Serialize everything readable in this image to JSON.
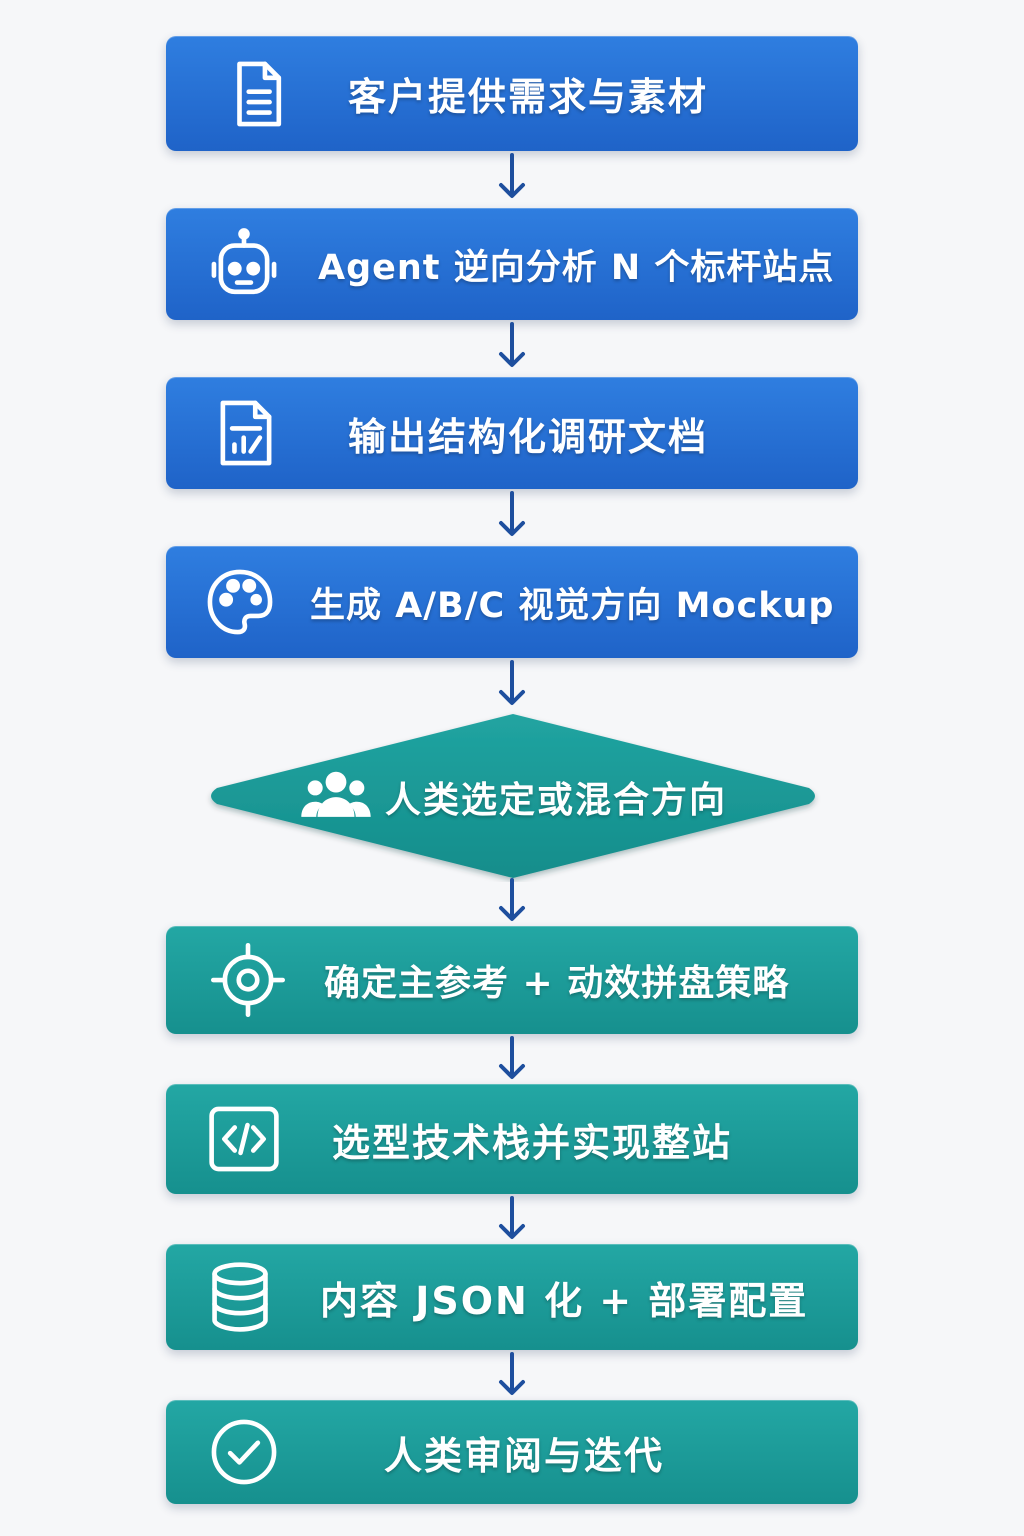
{
  "colors": {
    "blue_step": "#2470d4",
    "teal_step": "#1a9b98",
    "arrow": "#1e4f9e",
    "background": "#f6f7f9"
  },
  "steps": [
    {
      "label": "客户提供需求与素材",
      "icon": "document-icon"
    },
    {
      "label": "Agent 逆向分析 N 个标杆站点",
      "icon": "robot-icon"
    },
    {
      "label": "输出结构化调研文档",
      "icon": "report-icon"
    },
    {
      "label": "生成 A/B/C 视觉方向 Mockup",
      "icon": "palette-icon"
    },
    {
      "label": "人类选定或混合方向",
      "icon": "users-icon",
      "shape": "decision"
    },
    {
      "label": "确定主参考 + 动效拼盘策略",
      "icon": "target-icon"
    },
    {
      "label": "选型技术栈并实现整站",
      "icon": "code-icon"
    },
    {
      "label": "内容 JSON 化 + 部署配置",
      "icon": "database-icon"
    },
    {
      "label": "人类审阅与迭代",
      "icon": "check-circle-icon"
    }
  ]
}
